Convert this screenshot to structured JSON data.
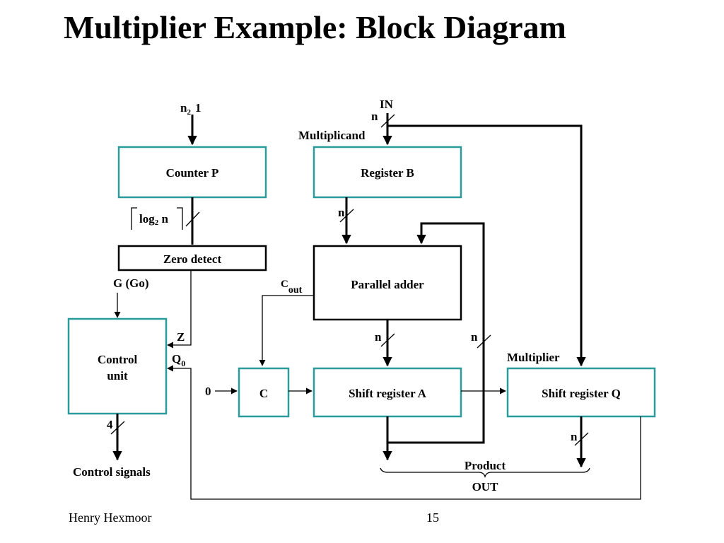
{
  "slide": {
    "title": "Multiplier Example: Block Diagram",
    "author": "Henry Hexmoor",
    "page_number": "15"
  },
  "diagram": {
    "blocks": {
      "counter_p": "Counter P",
      "register_b": "Register B",
      "zero_detect": "Zero detect",
      "parallel_adder": "Parallel adder",
      "control_unit_line1": "Control",
      "control_unit_line2": "unit",
      "c_flipflop": "C",
      "shift_register_a": "Shift register A",
      "shift_register_q": "Shift register Q"
    },
    "labels": {
      "counter_input_n": "n",
      "counter_input_sub": "2",
      "counter_input_one": "1",
      "in": "IN",
      "in_width": "n",
      "multiplicand": "Multiplicand",
      "log_text": "log",
      "log_sub": "2",
      "log_n": " n",
      "register_b_width": "n",
      "go": "G (Go)",
      "cout_c": "C",
      "cout_sub": "out",
      "z": "Z",
      "q0": "Q",
      "q0_sub": "0",
      "zero_input": "0",
      "adder_out_width": "n",
      "feedback_width": "n",
      "multiplier": "Multiplier",
      "control_width": "4",
      "control_signals": "Control signals",
      "q_out_width": "n",
      "product": "Product",
      "out": "OUT"
    },
    "colors": {
      "block_border_teal": "#2a9b9b",
      "block_border_black": "#000000"
    }
  }
}
